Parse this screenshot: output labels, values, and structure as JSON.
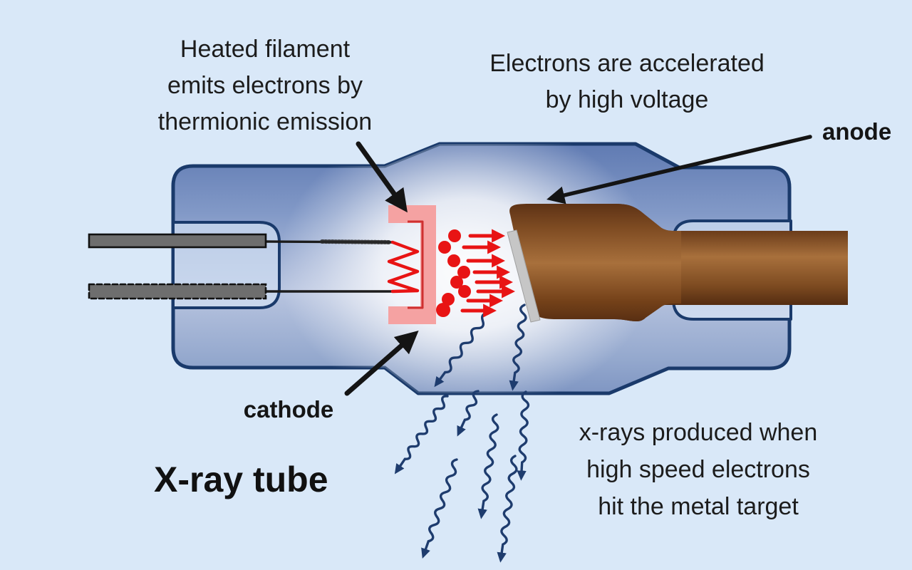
{
  "diagram": {
    "title": "X-ray tube",
    "annotations": {
      "filament": {
        "lines": [
          "Heated filament",
          "emits electrons by",
          "thermionic emission"
        ]
      },
      "acceleration": {
        "lines": [
          "Electrons are accelerated",
          "by high voltage"
        ]
      },
      "xrays": {
        "lines": [
          "x-rays produced when",
          "high speed electrons",
          "hit the metal target"
        ]
      },
      "anode_label": "anode",
      "cathode_label": "cathode"
    },
    "colors": {
      "background": "#d9e8f8",
      "tube_outline": "#1a3a6b",
      "tube_fill_dark": "#6d87bb",
      "tube_fill_light": "#bcc9e2",
      "recess_fill": "#c5d4ea",
      "glow": "#ffffff",
      "cathode_pink": "#f5a2a2",
      "electron_red": "#e81414",
      "anode_brown": "#8a5526",
      "target_strip_gray": "#c6c6c6",
      "wire_gray": "#6e6e6e",
      "xray_wave_navy": "#1e3c6e",
      "label_black": "#1c1c1c"
    }
  }
}
